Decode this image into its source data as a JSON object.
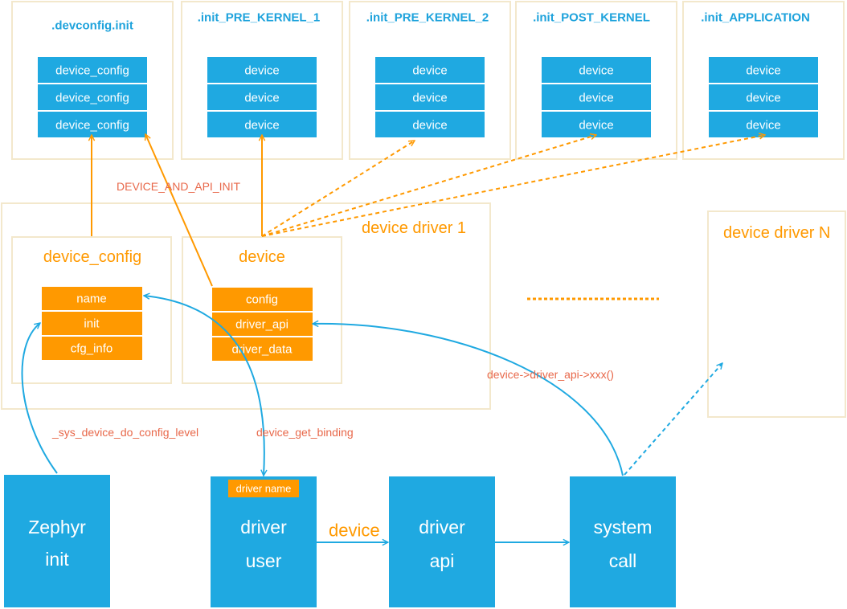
{
  "sections": [
    {
      "title": ".devconfig.init",
      "items": [
        "device_config",
        "device_config",
        "device_config"
      ]
    },
    {
      "title": ".init_PRE_KERNEL_1",
      "items": [
        "device",
        "device",
        "device"
      ]
    },
    {
      "title": ".init_PRE_KERNEL_2",
      "items": [
        "device",
        "device",
        "device"
      ]
    },
    {
      "title": ".init_POST_KERNEL",
      "items": [
        "device",
        "device",
        "device"
      ]
    },
    {
      "title": ".init_APPLICATION",
      "items": [
        "device",
        "device",
        "device"
      ]
    }
  ],
  "driver1": {
    "title": "device driver 1",
    "device_config": {
      "title": "device_config",
      "fields": [
        "name",
        "init",
        "cfg_info"
      ]
    },
    "device": {
      "title": "device",
      "fields": [
        "config",
        "driver_api",
        "driver_data"
      ]
    }
  },
  "driverN": {
    "title": "device driver N"
  },
  "labels": {
    "device_and_api_init": "DEVICE_AND_API_INIT",
    "sys_device_do_config_level": "_sys_device_do_config_level",
    "device_get_binding": "device_get_binding",
    "driver_api_call": "device->driver_api->xxx()",
    "device_flow": "device"
  },
  "bottom": {
    "zephyr": [
      "Zephyr",
      "init"
    ],
    "driver_user": [
      "driver",
      "user"
    ],
    "driver_name_tag": "driver name",
    "driver_api": [
      "driver",
      "api"
    ],
    "system_call": [
      "system",
      "call"
    ]
  },
  "colors": {
    "blue": "#1fa9e1",
    "orange": "#ff9900",
    "frame": "#f3e8cc",
    "label": "#e8684a"
  }
}
